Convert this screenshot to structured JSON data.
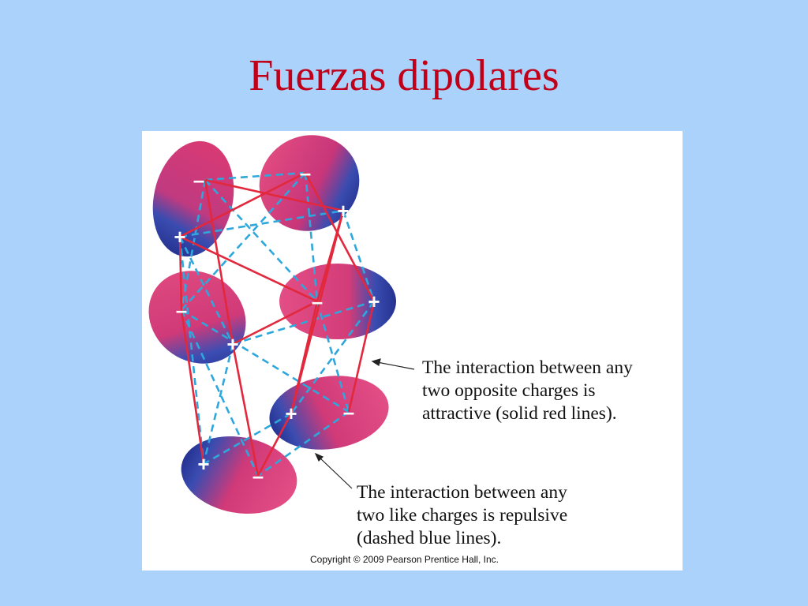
{
  "title": "Fuerzas dipolares",
  "colors": {
    "background": "#aad2fa",
    "title": "#c00018",
    "attractive_line": "#e2283c",
    "repulsive_line": "#2ea8dc",
    "negative_pole": "#d4316a",
    "positive_pole": "#2c3aa0"
  },
  "charges": {
    "positive": "+",
    "negative": "–"
  },
  "captions": {
    "attractive": "The interaction between any\ntwo opposite charges is\nattractive (solid red lines).",
    "repulsive": "The interaction between any\ntwo like charges is repulsive\n(dashed blue lines)."
  },
  "copyright": "Copyright © 2009 Pearson Prentice Hall, Inc."
}
